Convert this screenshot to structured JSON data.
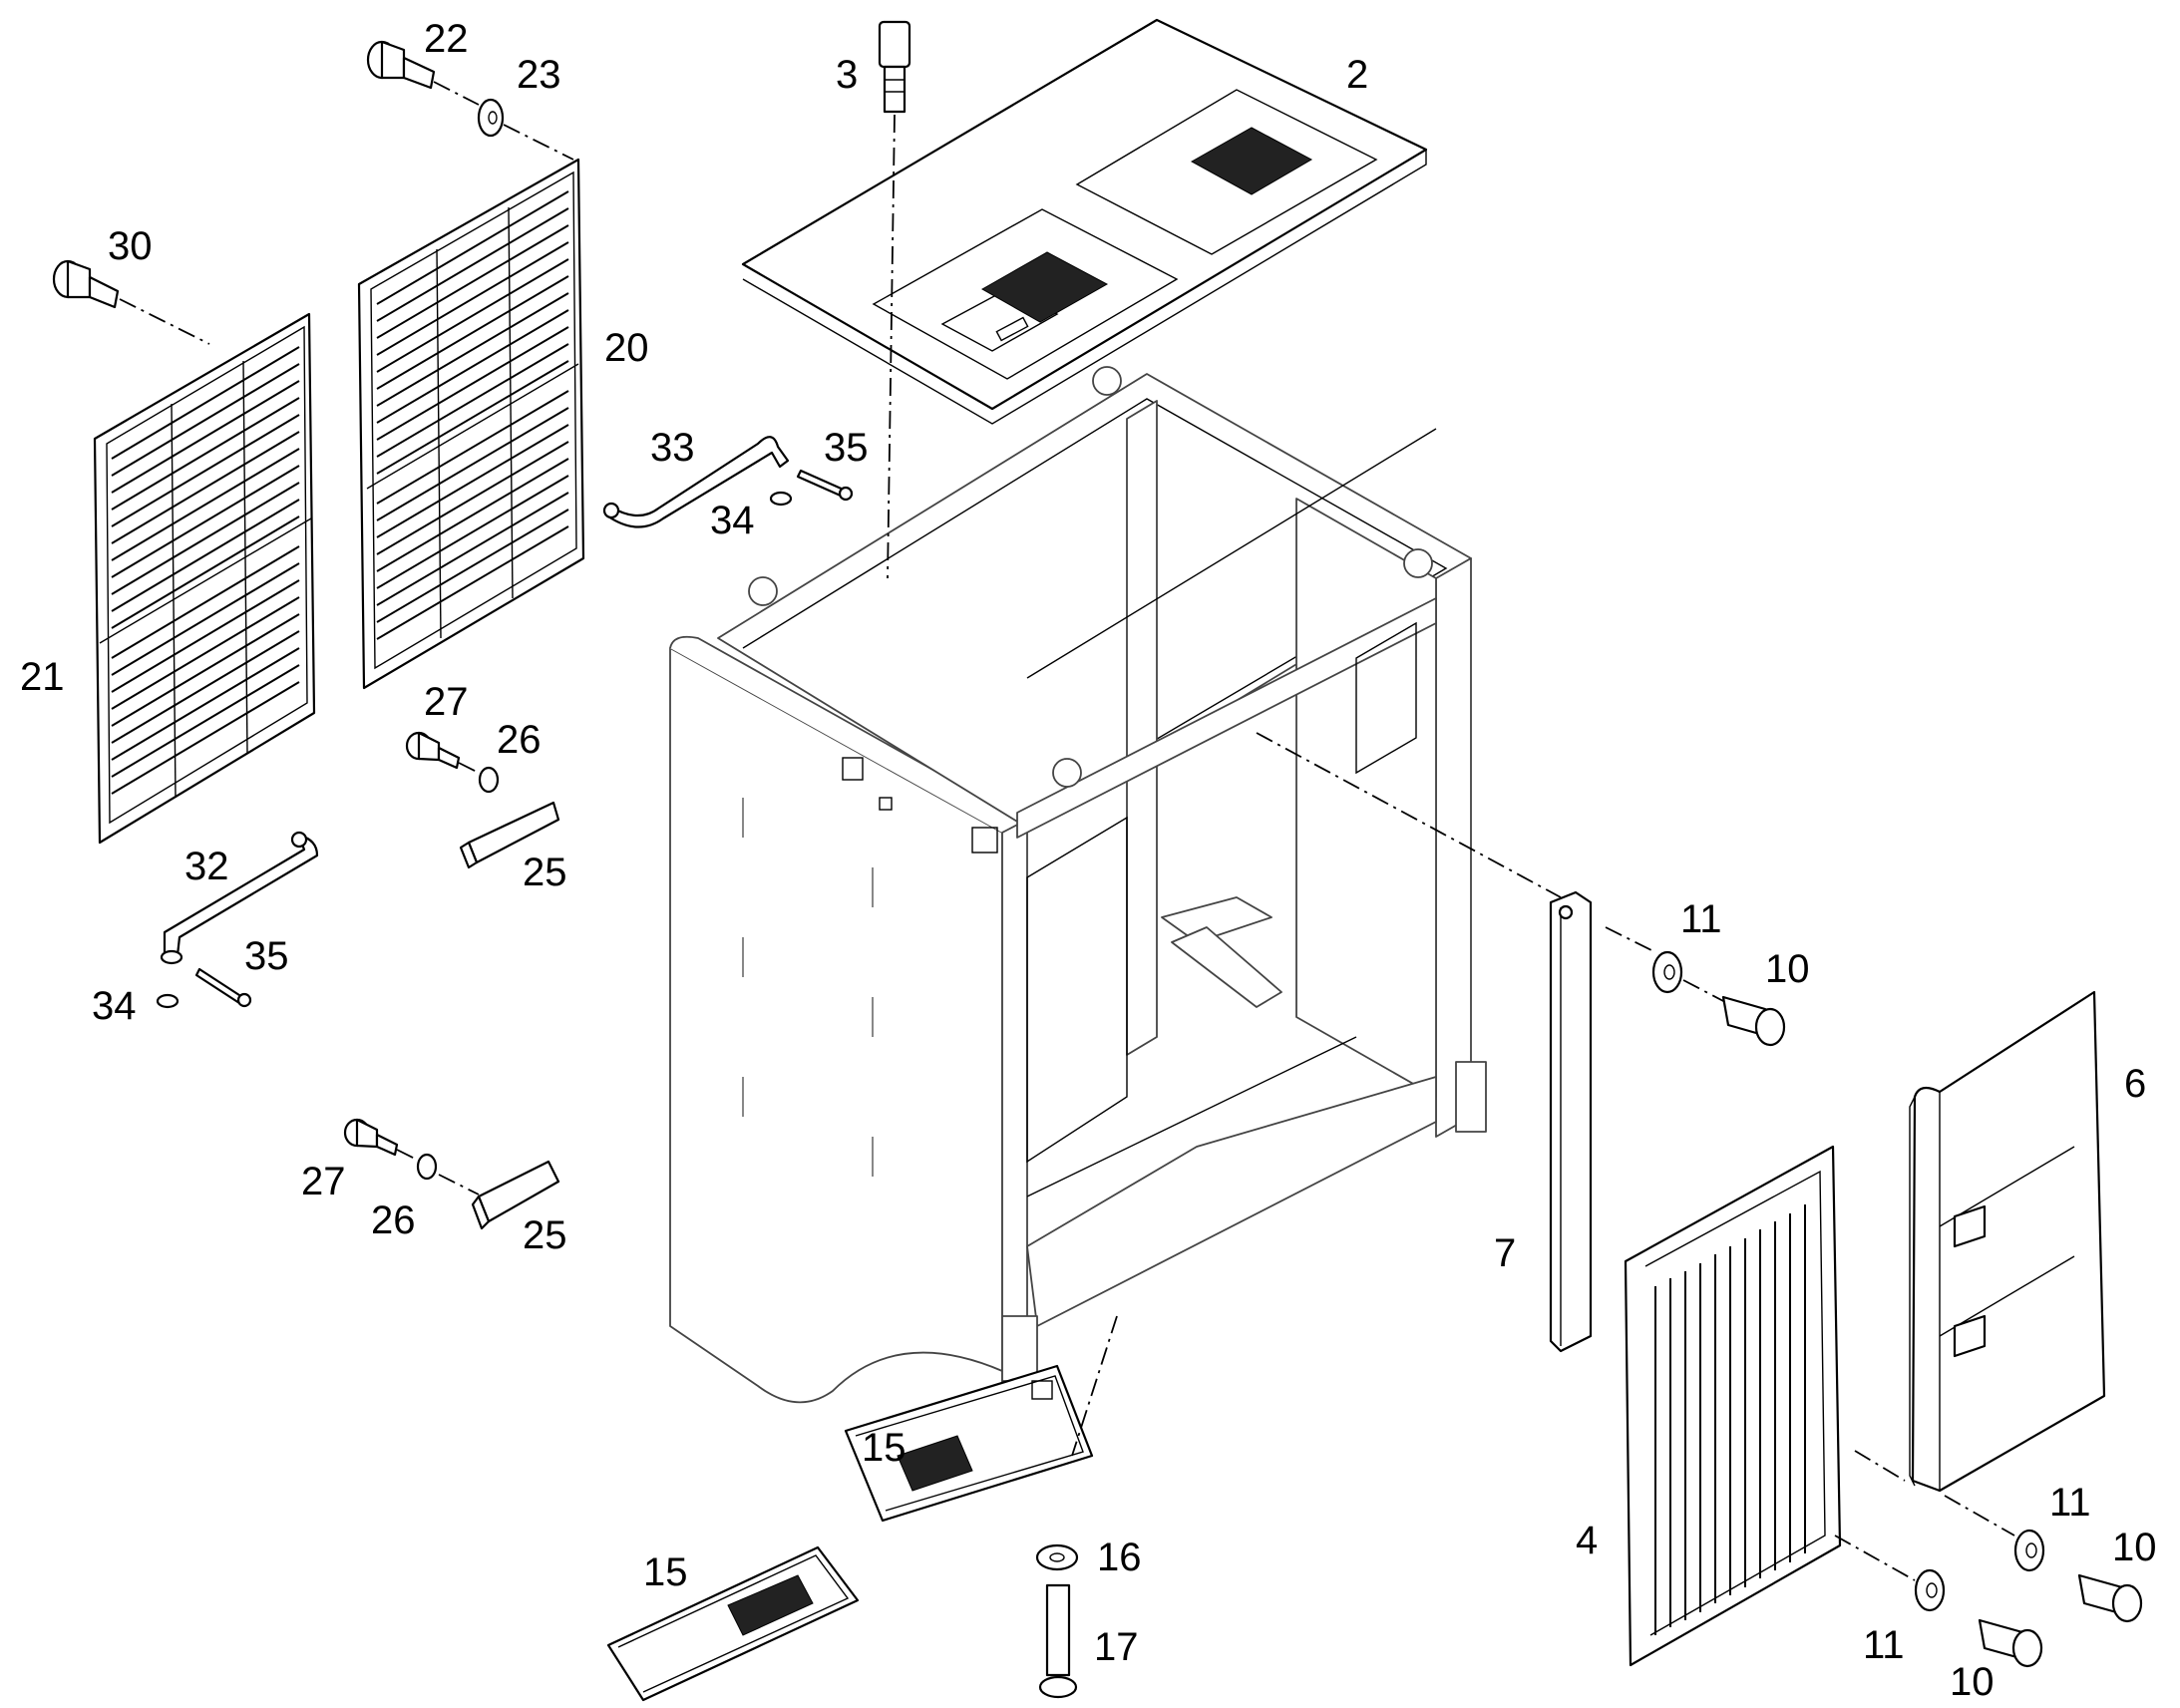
{
  "labels": {
    "p2": "2",
    "p3": "3",
    "p4": "4",
    "p6": "6",
    "p7": "7",
    "p10a": "10",
    "p10b": "10",
    "p10c": "10",
    "p11a": "11",
    "p11b": "11",
    "p11c": "11",
    "p15a": "15",
    "p15b": "15",
    "p16": "16",
    "p17": "17",
    "p20": "20",
    "p21": "21",
    "p22": "22",
    "p23": "23",
    "p25a": "25",
    "p25b": "25",
    "p26a": "26",
    "p26b": "26",
    "p27a": "27",
    "p27b": "27",
    "p30": "30",
    "p32": "32",
    "p33": "33",
    "p34a": "34",
    "p34b": "34",
    "p35a": "35",
    "p35b": "35"
  }
}
